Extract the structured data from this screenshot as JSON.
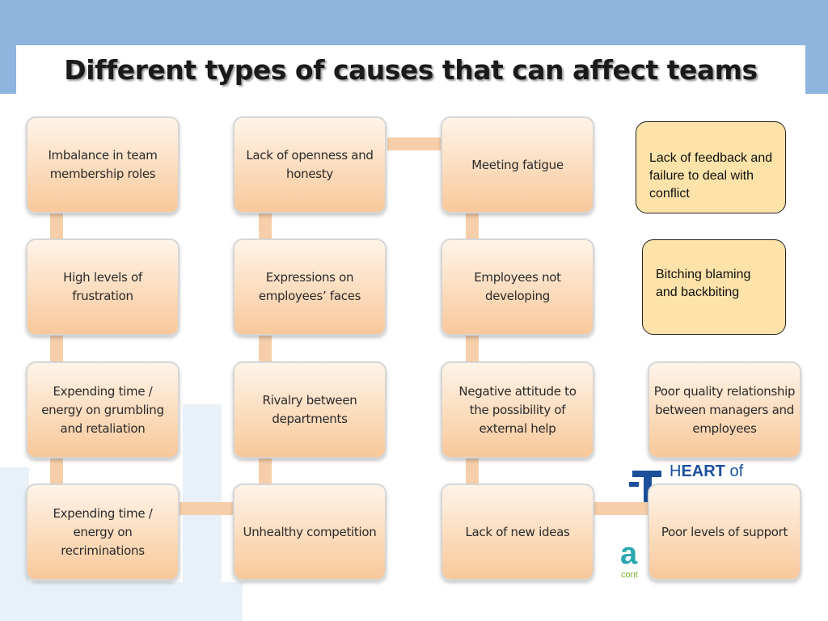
{
  "slide": {
    "title": "Different types of causes that can affect teams"
  },
  "nodes": {
    "imbalance": "Imbalance in team membership roles",
    "openness": "Lack of openness and honesty",
    "meeting_fatigue": "Meeting fatigue",
    "frustration": "High levels of frustration",
    "expressions": "Expressions on employees’ faces",
    "not_developing": "Employees not developing",
    "grumbling": "Expending time / energy on  grumbling and retaliation",
    "rivalry": "Rivalry between departments",
    "negative_attitude": "Negative attitude to the possibility of external help",
    "poor_relationship": "Poor quality relationship between managers and employees",
    "recriminations": "Expending time / energy on recriminations",
    "competition": "Unhealthy competition",
    "new_ideas": "Lack of new ideas",
    "poor_support": "Poor levels of support"
  },
  "notes": {
    "feedback": "Lack of feedback and failure to deal with conflict",
    "bitching": "Bitching blaming and backbiting"
  },
  "logo": {
    "heart_prefix": "H",
    "heart_bold": "EART",
    "heart_suffix": " of",
    "sub_text": "cont"
  },
  "colors": {
    "header_band": "#8fb4de",
    "node_fill": "#fbdcbd",
    "connector": "#f6cfaa",
    "note_fill": "#fde3a9"
  }
}
